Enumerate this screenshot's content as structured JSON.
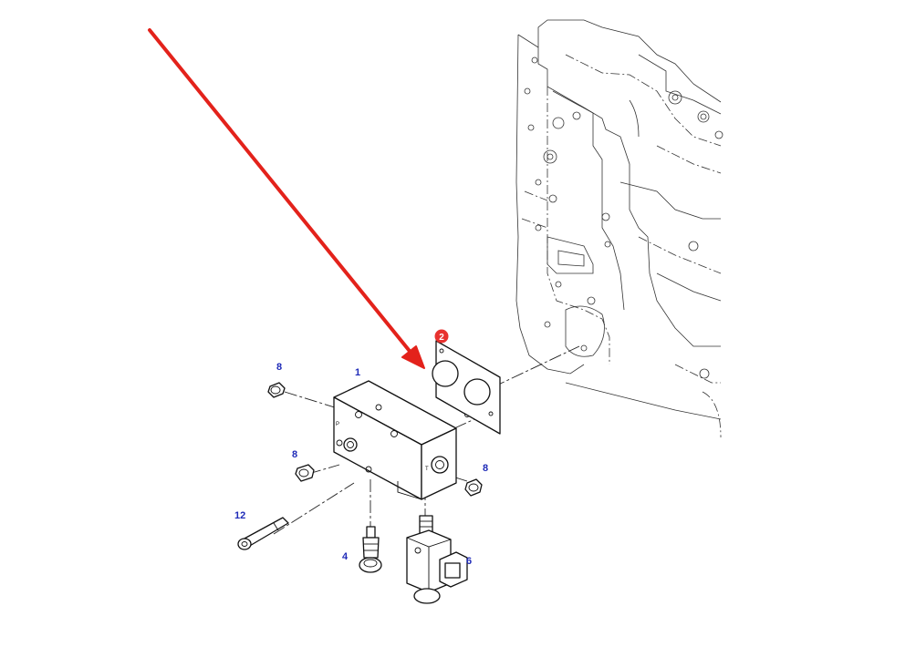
{
  "diagram": {
    "callouts": [
      {
        "id": "label-1",
        "text": "1"
      },
      {
        "id": "label-8-top",
        "text": "8"
      },
      {
        "id": "label-8-mid",
        "text": "8"
      },
      {
        "id": "label-8-right",
        "text": "8"
      },
      {
        "id": "label-12",
        "text": "12"
      },
      {
        "id": "label-4",
        "text": "4"
      },
      {
        "id": "label-6",
        "text": "6"
      }
    ],
    "highlight": {
      "text": "2",
      "color": "#e8322f"
    },
    "arrow_color": "#e3221b",
    "line_color": "#1f2bb8"
  }
}
